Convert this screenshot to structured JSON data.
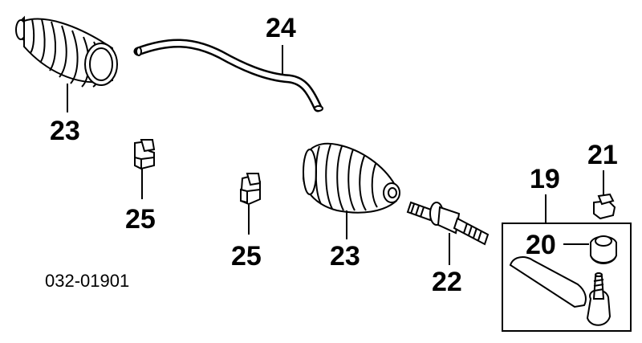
{
  "diagram_code": "032-01901",
  "callouts": {
    "boot_left": "23",
    "tube": "24",
    "clamp_left": "25",
    "clamp_mid": "25",
    "boot_center": "23",
    "tie_rod": "22",
    "tie_rod_end_assembly": "19",
    "nut": "21",
    "boot_small": "20"
  }
}
